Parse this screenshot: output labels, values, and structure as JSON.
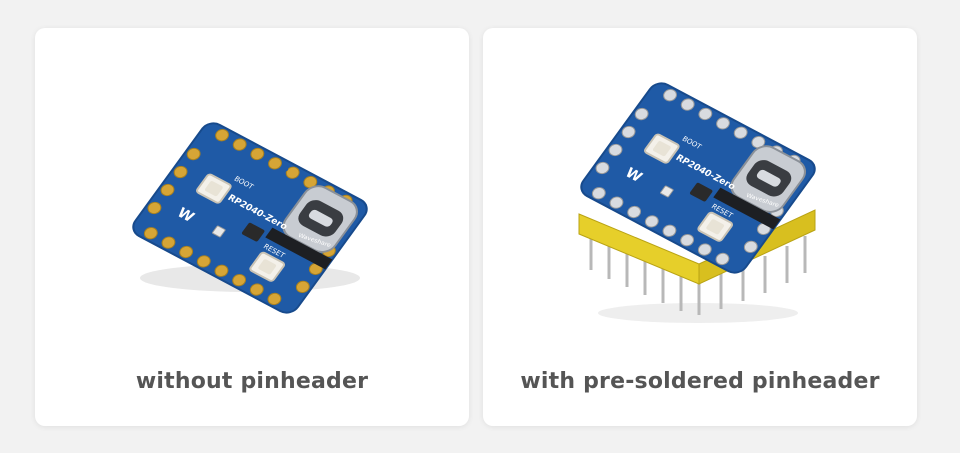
{
  "colors": {
    "background": "#f2f2f2",
    "card": "#ffffff",
    "caption_text": "#555555",
    "pcb_blue": "#1f5aa6",
    "gold_pad": "#d6a536",
    "pin_housing": "#e6cf2a"
  },
  "cards": [
    {
      "caption": "without pinheader"
    },
    {
      "caption": "with pre-soldered pinheader"
    }
  ],
  "boards": {
    "left": {
      "boot": "BOOT",
      "reset": "RESET",
      "model": "RP2040-Zero",
      "brand": "Waveshare",
      "logo": "W"
    },
    "right": {
      "boot": "BOOT",
      "reset": "RESET",
      "model": "RP2040-Zero",
      "brand": "Waveshare",
      "logo": "W"
    }
  }
}
